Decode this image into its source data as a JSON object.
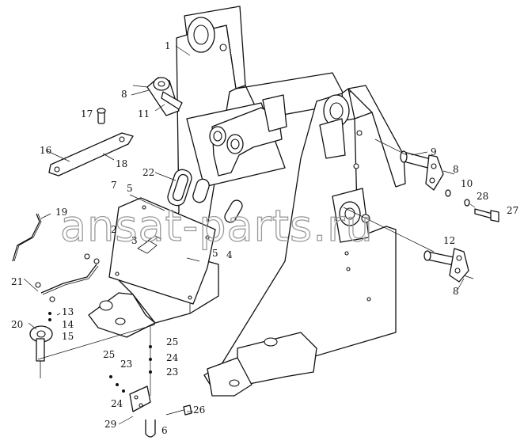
{
  "watermark": "ansat-parts.ru",
  "callouts": [
    {
      "id": "c1",
      "text": "1"
    },
    {
      "id": "c8a",
      "text": "8"
    },
    {
      "id": "c11",
      "text": "11"
    },
    {
      "id": "c17",
      "text": "17"
    },
    {
      "id": "c16",
      "text": "16"
    },
    {
      "id": "c18",
      "text": "18"
    },
    {
      "id": "c22",
      "text": "22"
    },
    {
      "id": "c7",
      "text": "7"
    },
    {
      "id": "c5a",
      "text": "5"
    },
    {
      "id": "c19",
      "text": "19"
    },
    {
      "id": "c2",
      "text": "2"
    },
    {
      "id": "c3",
      "text": "3"
    },
    {
      "id": "c5b",
      "text": "5"
    },
    {
      "id": "c4",
      "text": "4"
    },
    {
      "id": "c21",
      "text": "21"
    },
    {
      "id": "c13",
      "text": "13"
    },
    {
      "id": "c14",
      "text": "14"
    },
    {
      "id": "c20",
      "text": "20"
    },
    {
      "id": "c15",
      "text": "15"
    },
    {
      "id": "c9",
      "text": "9"
    },
    {
      "id": "c8b",
      "text": "8"
    },
    {
      "id": "c10",
      "text": "10"
    },
    {
      "id": "c28",
      "text": "28"
    },
    {
      "id": "c27",
      "text": "27"
    },
    {
      "id": "c12",
      "text": "12"
    },
    {
      "id": "c8c",
      "text": "8"
    },
    {
      "id": "c25a",
      "text": "25"
    },
    {
      "id": "c24a",
      "text": "24"
    },
    {
      "id": "c23a",
      "text": "23"
    },
    {
      "id": "c25b",
      "text": "25"
    },
    {
      "id": "c23b",
      "text": "23"
    },
    {
      "id": "c24b",
      "text": "24"
    },
    {
      "id": "c29",
      "text": "29"
    },
    {
      "id": "c26",
      "text": "26"
    },
    {
      "id": "c6",
      "text": "6"
    }
  ]
}
